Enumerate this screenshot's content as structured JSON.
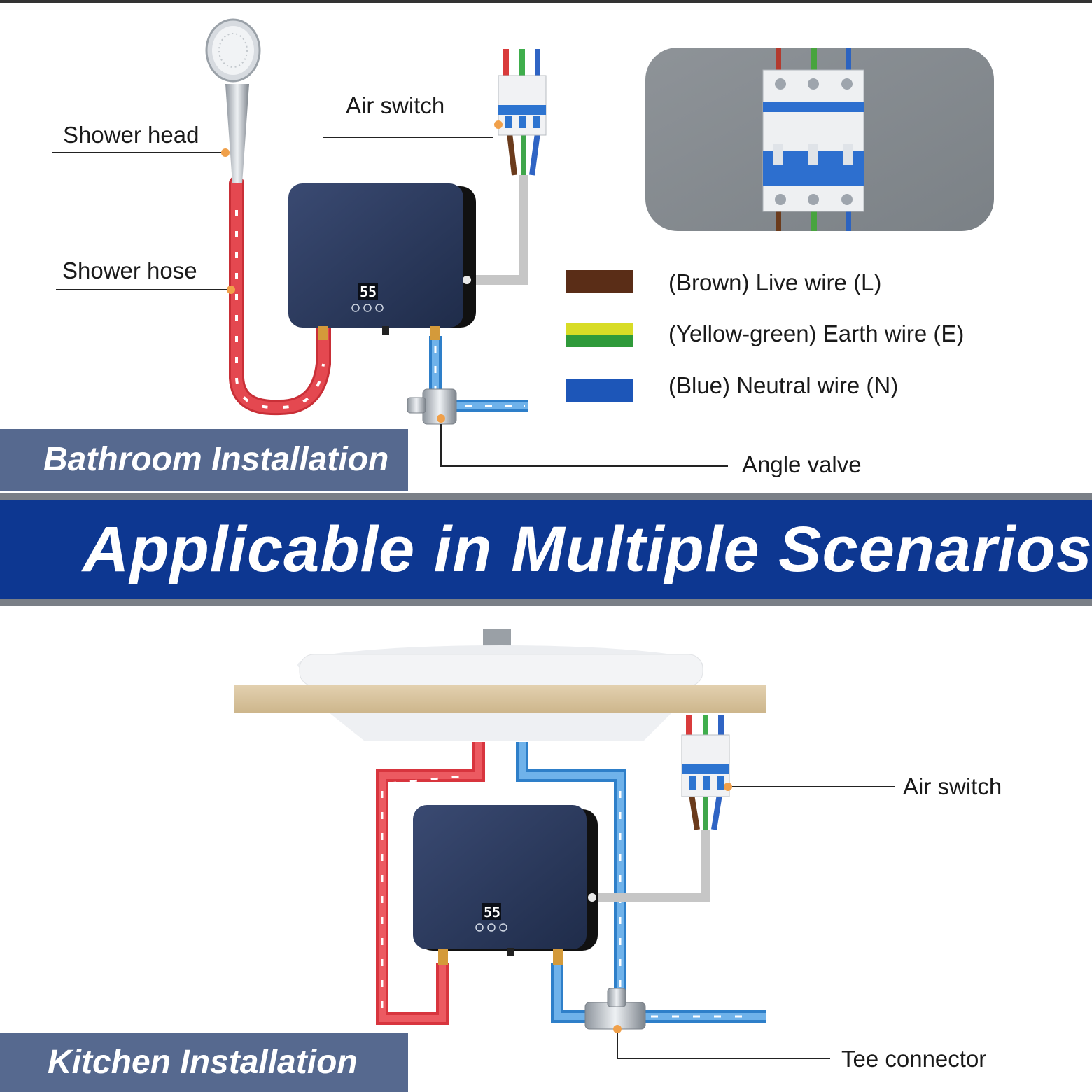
{
  "banner": {
    "title": "Applicable in Multiple Scenarios"
  },
  "bathroom": {
    "tag": "Bathroom Installation",
    "labels": {
      "shower_head": "Shower head",
      "shower_hose": "Shower hose",
      "air_switch": "Air switch",
      "angle_valve": "Angle valve"
    },
    "display_value": "55"
  },
  "legend": [
    {
      "color": "#5a2d17",
      "text": "(Brown) Live wire (L)"
    },
    {
      "color": "#d8dc26",
      "color2": "#2f9a3a",
      "text": "(Yellow-green) Earth wire (E)"
    },
    {
      "color": "#1d56b8",
      "text": "(Blue) Neutral wire (N)"
    }
  ],
  "kitchen": {
    "tag": "Kitchen Installation",
    "labels": {
      "air_switch": "Air switch",
      "tee_connector": "Tee connector"
    },
    "display_value": "55"
  },
  "colors": {
    "banner_blue": "#0d3791",
    "tag_slate": "#56698f",
    "heater_body": "#2b3a5e",
    "hot_pipe": "#e2434b",
    "cold_pipe": "#3a8fd6",
    "cable_gray": "#c6c6c6"
  }
}
